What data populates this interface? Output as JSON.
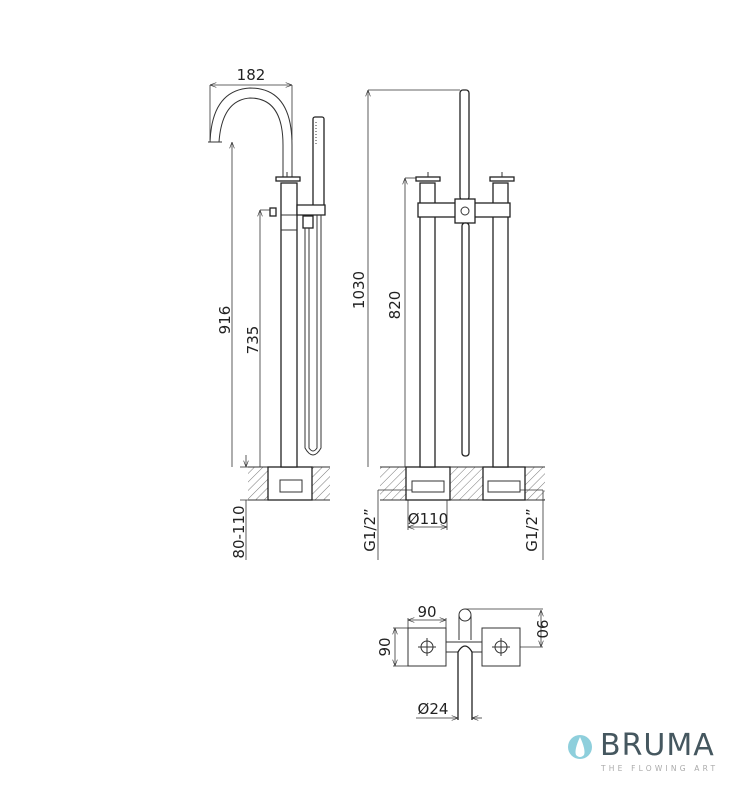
{
  "side_view": {
    "width_dim": "182",
    "spout_height": "916",
    "handle_height": "735",
    "recess": "80-110"
  },
  "front_view": {
    "total_height": "1030",
    "handle_height": "820",
    "base_diameter": "Ø110",
    "connection_left": "G1/2”",
    "connection_right": "G1/2”"
  },
  "top_view": {
    "square_width": "90",
    "square_height": "90",
    "offset_dim": "90",
    "spout_diameter": "Ø24"
  },
  "logo": {
    "brand": "BRUMA",
    "tagline": "THE FLOWING ART",
    "color": "#45575f",
    "drop_color": "#8ecfdc"
  }
}
